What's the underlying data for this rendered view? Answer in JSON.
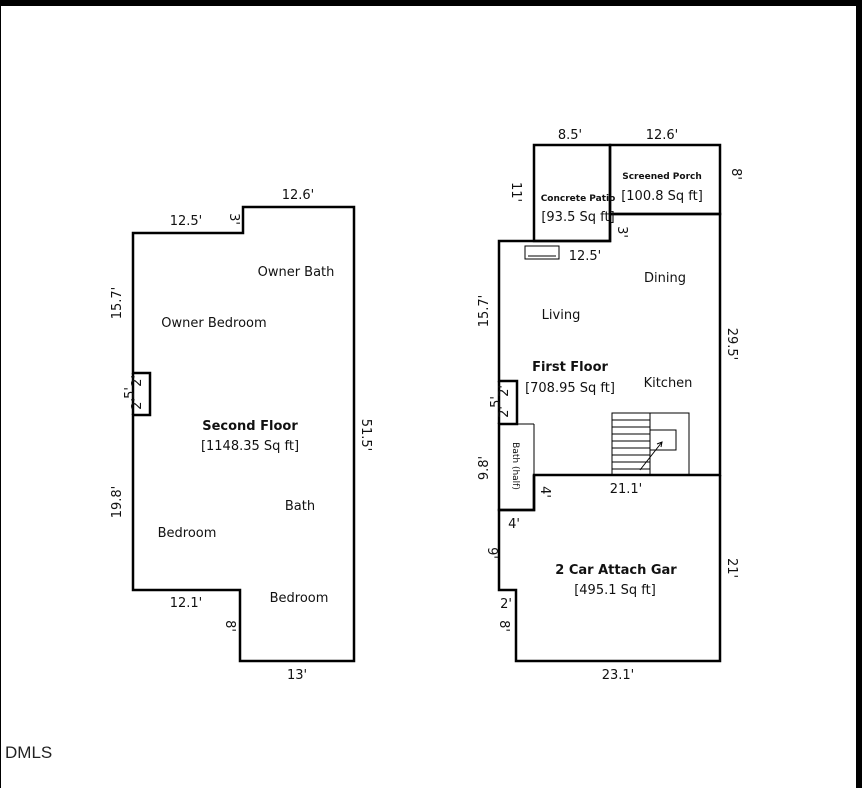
{
  "watermark": "DMLS",
  "second_floor": {
    "title": "Second Floor",
    "area": "[1148.35 Sq ft]",
    "rooms": {
      "owner_bath": "Owner Bath",
      "owner_bedroom": "Owner Bedroom",
      "bath": "Bath",
      "bedroom_left": "Bedroom",
      "bedroom_right": "Bedroom"
    },
    "dims": {
      "top_right": "12.6'",
      "top_left": "12.5'",
      "step_top": "3'",
      "left_upper": "15.7'",
      "notch_a": "2'",
      "notch_b": "5'",
      "notch_c": "2'",
      "right": "51.5'",
      "left_lower": "19.8'",
      "bottom_left": "12.1'",
      "step_bottom": "8'",
      "bottom": "13'"
    }
  },
  "first_floor": {
    "title": "First Floor",
    "area": "[708.95 Sq ft]",
    "rooms": {
      "living": "Living",
      "dining": "Dining",
      "kitchen": "Kitchen",
      "bath_half": "Bath (half)"
    },
    "patio": {
      "label": "Concrete Patio",
      "area": "[93.5 Sq ft]"
    },
    "porch": {
      "label": "Screened Porch",
      "area": "[100.8 Sq ft]"
    },
    "garage": {
      "label": "2 Car Attach Gar",
      "area": "[495.1 Sq ft]"
    },
    "dims": {
      "patio_top": "8.5'",
      "porch_top": "12.6'",
      "patio_side": "11'",
      "porch_side": "8'",
      "patio_step": "3'",
      "top_wall": "12.5'",
      "left_upper": "15.7'",
      "right": "29.5'",
      "notch_a": "2'",
      "notch_b": "5'",
      "notch_c": "2'",
      "left_bath": "9.8'",
      "bath_width": "4'",
      "bath_bottom": "4'",
      "garage_top": "21.1'",
      "garage_left": "9'",
      "garage_right": "21'",
      "garage_notch": "2'",
      "garage_left_lower": "8'",
      "garage_bottom": "23.1'"
    }
  }
}
